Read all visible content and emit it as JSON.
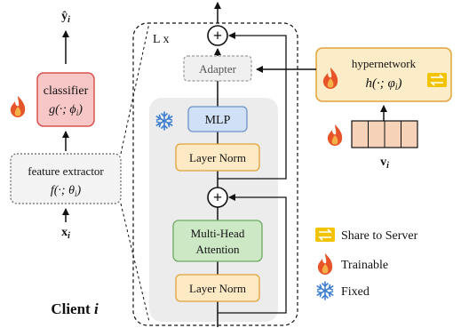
{
  "left": {
    "output_label": "ŷ",
    "output_sub": "i",
    "classifier_title": "classifier",
    "classifier_func": "g(·; ϕ",
    "classifier_func_sub": "i",
    "extractor_title": "feature extractor",
    "extractor_func": "f(·; θ",
    "extractor_func_sub": "i",
    "input_label": "x",
    "input_sub": "i",
    "client_label": "Client",
    "client_index": "i"
  },
  "center": {
    "repeat_label": "L x",
    "adapter": "Adapter",
    "mlp": "MLP",
    "layer_norm_top": "Layer Norm",
    "attention_line1": "Multi-Head",
    "attention_line2": "Attention",
    "layer_norm_bottom": "Layer Norm",
    "plus_symbol": "+"
  },
  "hypernetwork": {
    "title": "hypernetwork",
    "func": "h(·; φ",
    "func_sub": "i",
    "embedding_label": "v",
    "embedding_sub": "i",
    "embedding_cells": 4
  },
  "legend": {
    "share": "Share to Server",
    "trainable": "Trainable",
    "fixed": "Fixed"
  },
  "colors": {
    "classifier_fill": "#f7c6c6",
    "classifier_stroke": "#d9534f",
    "mlp_fill": "#cfe0f7",
    "mlp_stroke": "#6f93c8",
    "layernorm_fill": "#fde9c4",
    "layernorm_stroke": "#e0a33a",
    "attention_fill": "#cde8c5",
    "attention_stroke": "#6ea862",
    "hyper_fill": "#fdecc8",
    "hyper_stroke": "#e0a33a",
    "embedding_fill": "#f6d2b8",
    "block_bg": "#ececec",
    "flame": "#e8542a",
    "snowflake": "#3f7fd0",
    "share": "#f2c300"
  }
}
